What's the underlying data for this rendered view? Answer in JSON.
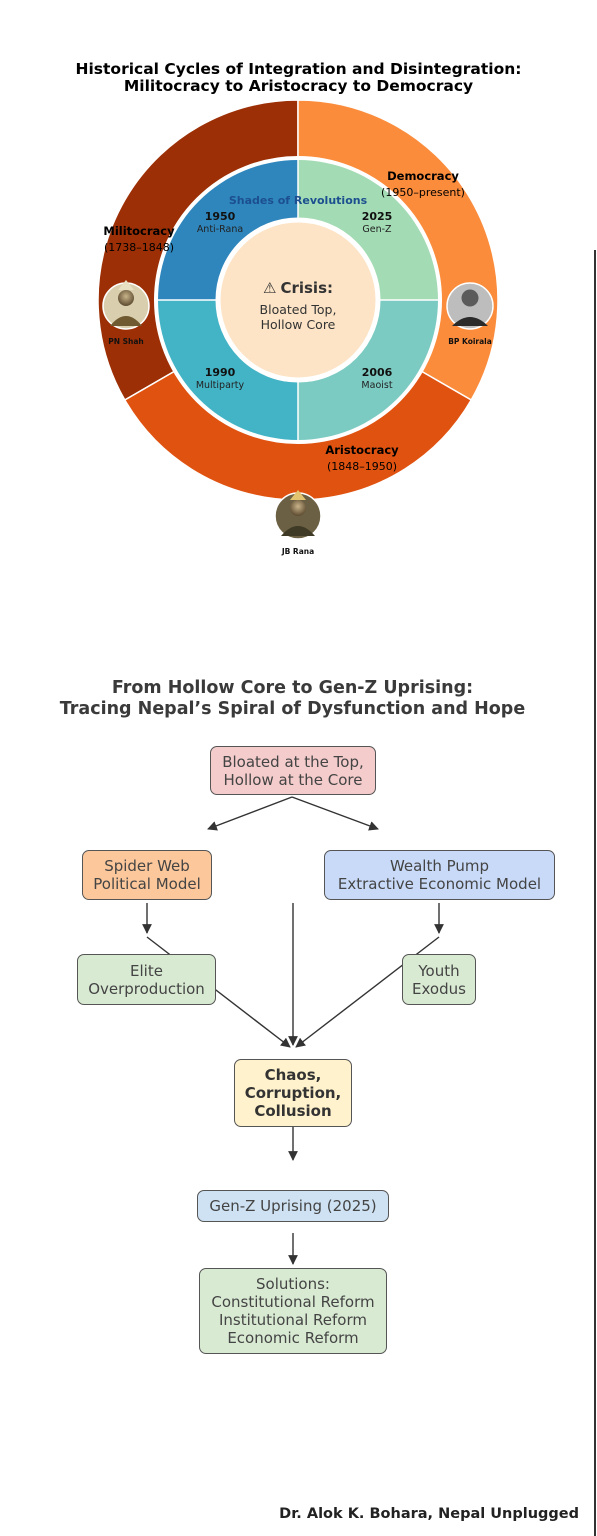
{
  "top_diagram": {
    "title_line1": "Historical Cycles of Integration and Disintegration:",
    "title_line2": "Militocracy to Aristocracy to Democracy",
    "outer_segments": [
      {
        "name": "Militocracy",
        "years": "(1738–1848)",
        "color": "#9c2f05"
      },
      {
        "name": "Democracy",
        "years": "(1950–present)",
        "color": "#fb8c3c"
      },
      {
        "name": "Aristocracy",
        "years": "(1848–1950)",
        "color": "#e05210"
      }
    ],
    "inner_label": "Shades of Revolutions",
    "revolutions": [
      {
        "year": "1950",
        "name": "Anti-Rana",
        "color": "#2f86bd"
      },
      {
        "year": "2025",
        "name": "Gen-Z",
        "color": "#a3dbb4"
      },
      {
        "year": "1990",
        "name": "Multiparty",
        "color": "#43b3c6"
      },
      {
        "year": "2006",
        "name": "Maoist",
        "color": "#7ccbc2"
      }
    ],
    "center": {
      "icon": "⚠",
      "title": "Crisis:",
      "line1": "Bloated Top,",
      "line2": "Hollow Core",
      "color": "#fde4c6"
    },
    "portraits": [
      {
        "caption": "PN Shah"
      },
      {
        "caption": "BP Koirala"
      },
      {
        "caption": "JB Rana"
      }
    ]
  },
  "flow_diagram": {
    "title_line1": "From Hollow Core to Gen-Z Uprising:",
    "title_line2": "Tracing Nepal’s Spiral of Dysfunction and Hope",
    "nodes": {
      "root": {
        "text": "Bloated at the Top,\nHollow at the Core",
        "color": "#f4cccc"
      },
      "spider": {
        "text": "Spider Web\nPolitical Model",
        "color": "#fcc89b"
      },
      "wealth": {
        "text": "Wealth Pump\nExtractive Economic Model",
        "color": "#c9daf8"
      },
      "elite": {
        "text": "Elite\nOverproduction",
        "color": "#d9ead3"
      },
      "youth": {
        "text": "Youth\nExodus",
        "color": "#d9ead3"
      },
      "chaos": {
        "text": "Chaos,\nCorruption,\nCollusion",
        "color": "#fff2cc"
      },
      "genz": {
        "text": "Gen-Z Uprising (2025)",
        "color": "#cfe2f3"
      },
      "solutions": {
        "text": "Solutions:\nConstitutional Reform\nInstitutional Reform\nEconomic Reform",
        "color": "#d9ead3"
      }
    }
  },
  "credit": "Dr. Alok K. Bohara, Nepal Unplugged"
}
